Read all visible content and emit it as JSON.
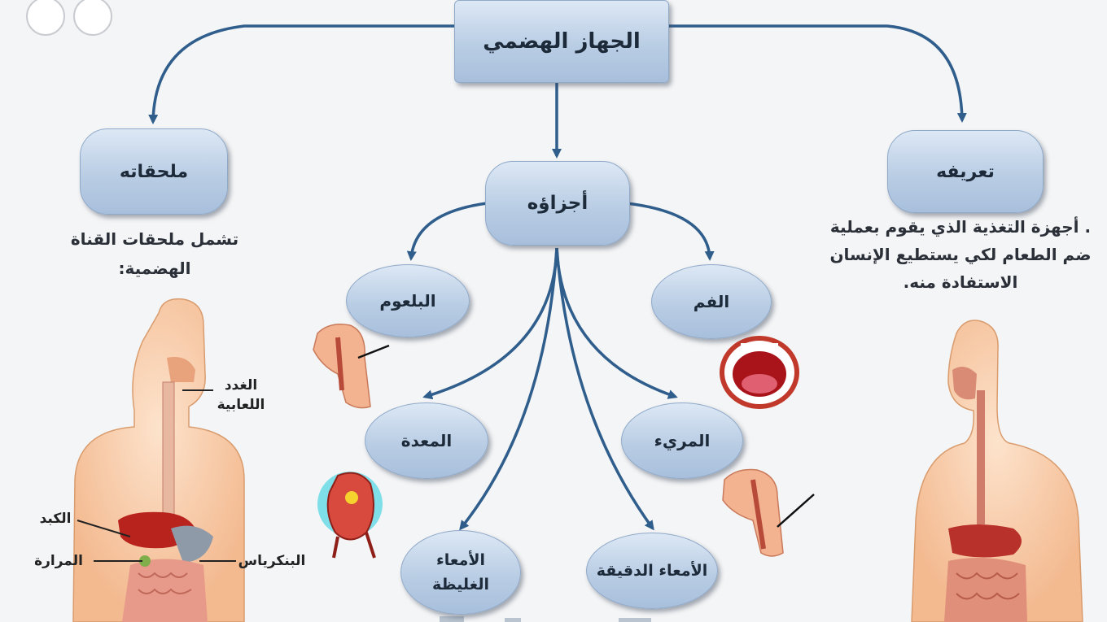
{
  "colors": {
    "arrow": "#2f5d8c",
    "node_fill": "#bcd0e6",
    "body_skin": "#f7c9a3",
    "organ_red": "#c0392b"
  },
  "diagram": {
    "root": "الجهاز الهضمي",
    "definition": "تعريفه",
    "parts": "أجزاؤه",
    "accessories": "ملحقاته",
    "mouth": "الفم",
    "pharynx": "البلعوم",
    "esophagus": "المريء",
    "stomach": "المعدة",
    "small_intestine": "الأمعاء الدقيقة",
    "large_intestine_1": "الأمعاء",
    "large_intestine_2": "الغليظة"
  },
  "definition_text": {
    "line1": ". أجهزة التغذية الذي يقوم بعملية",
    "line2": "ضم الطعام لكي يستطيع الإنسان",
    "line3": "الاستفادة منه."
  },
  "accessories_text": {
    "line1": "تشمل ملحقات القناة",
    "line2": "الهضمية:"
  },
  "organ_labels": {
    "salivary_1": "الغدد",
    "salivary_2": "اللعابية",
    "liver": "الكبد",
    "gallbladder": "المرارة",
    "pancreas": "البنكرياس"
  },
  "icons": [
    "mouth-icon",
    "pharynx-icon",
    "stomach-icon",
    "esophagus-icon",
    "human-body-icon"
  ]
}
